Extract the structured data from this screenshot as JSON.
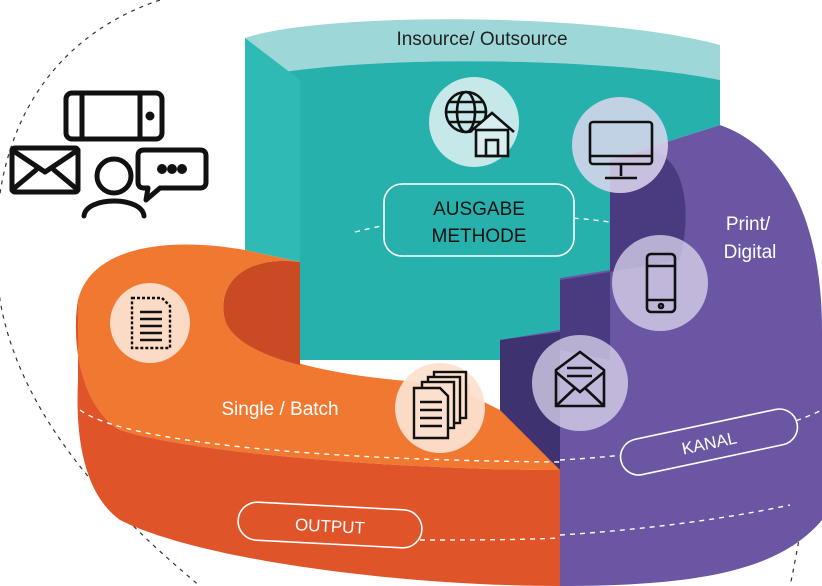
{
  "diagram": {
    "top_label": "Insource/ Outsource",
    "center_badge_line1": "AUSGABE",
    "center_badge_line2": "METHODE",
    "right_label_line1": "Print/",
    "right_label_line2": "Digital",
    "left_label": "Single / Batch",
    "output_badge": "OUTPUT",
    "kanal_badge": "KANAL",
    "colors": {
      "teal_top": "#9ed7d8",
      "teal_front": "#27b1ac",
      "teal_side": "#2fbab5",
      "purple": "#6a56a3",
      "purple_dark": "#4a3b80",
      "orange_top": "#f07830",
      "orange_front": "#e0542a",
      "orange_inner": "#c94a23"
    },
    "icons": [
      "globe-house-icon",
      "monitor-icon",
      "smartphone-icon",
      "envelope-icon",
      "document-icon",
      "stacked-documents-icon",
      "communication-channels-icon"
    ]
  }
}
